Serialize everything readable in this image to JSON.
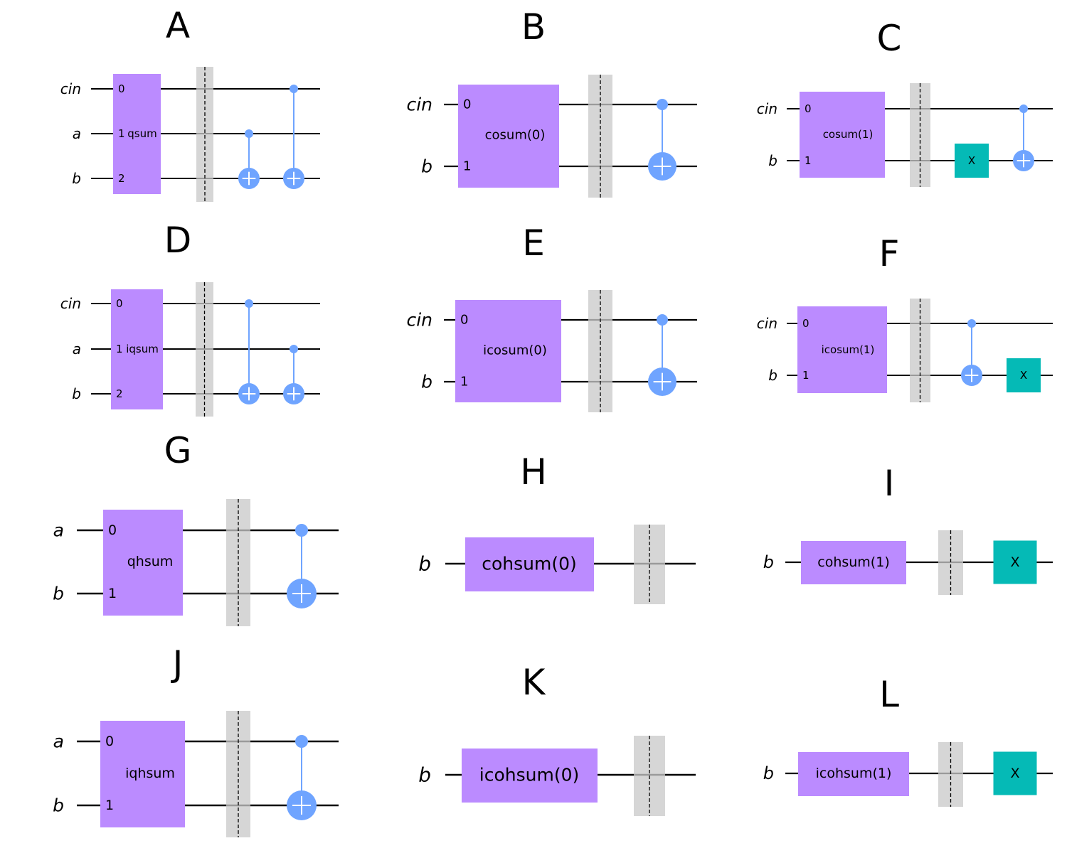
{
  "colors": {
    "block": "#bb8bff",
    "control": "#6fa4ff",
    "x_gate": "#05bab6",
    "barrier": "#d6d6d6",
    "wire": "#000000"
  },
  "circuits": [
    {
      "label": "A",
      "qubits": [
        "cin",
        "a",
        "b"
      ],
      "block": {
        "name": "qsum",
        "ports": [
          "0",
          "1",
          "2"
        ]
      },
      "ops": [
        {
          "type": "cx",
          "control": 1,
          "target": 2
        },
        {
          "type": "cx",
          "control": 0,
          "target": 2
        }
      ]
    },
    {
      "label": "B",
      "qubits": [
        "cin",
        "b"
      ],
      "block": {
        "name": "cosum(0)",
        "ports": [
          "0",
          "1"
        ]
      },
      "ops": [
        {
          "type": "cx",
          "control": 0,
          "target": 1
        }
      ]
    },
    {
      "label": "C",
      "qubits": [
        "cin",
        "b"
      ],
      "block": {
        "name": "cosum(1)",
        "ports": [
          "0",
          "1"
        ]
      },
      "ops": [
        {
          "type": "x",
          "target": 1,
          "label": "X"
        },
        {
          "type": "cx",
          "control": 0,
          "target": 1
        }
      ]
    },
    {
      "label": "D",
      "qubits": [
        "cin",
        "a",
        "b"
      ],
      "block": {
        "name": "iqsum",
        "ports": [
          "0",
          "1",
          "2"
        ]
      },
      "ops": [
        {
          "type": "cx",
          "control": 0,
          "target": 2
        },
        {
          "type": "cx",
          "control": 1,
          "target": 2
        }
      ]
    },
    {
      "label": "E",
      "qubits": [
        "cin",
        "b"
      ],
      "block": {
        "name": "icosum(0)",
        "ports": [
          "0",
          "1"
        ]
      },
      "ops": [
        {
          "type": "cx",
          "control": 0,
          "target": 1
        }
      ]
    },
    {
      "label": "F",
      "qubits": [
        "cin",
        "b"
      ],
      "block": {
        "name": "icosum(1)",
        "ports": [
          "0",
          "1"
        ]
      },
      "ops": [
        {
          "type": "cx",
          "control": 0,
          "target": 1
        },
        {
          "type": "x",
          "target": 1,
          "label": "X"
        }
      ]
    },
    {
      "label": "G",
      "qubits": [
        "a",
        "b"
      ],
      "block": {
        "name": "qhsum",
        "ports": [
          "0",
          "1"
        ]
      },
      "ops": [
        {
          "type": "cx",
          "control": 0,
          "target": 1
        }
      ]
    },
    {
      "label": "H",
      "qubits": [
        "b"
      ],
      "block": {
        "name": "cohsum(0)",
        "ports": []
      },
      "ops": []
    },
    {
      "label": "I",
      "qubits": [
        "b"
      ],
      "block": {
        "name": "cohsum(1)",
        "ports": []
      },
      "ops": [
        {
          "type": "x",
          "target": 0,
          "label": "X"
        }
      ]
    },
    {
      "label": "J",
      "qubits": [
        "a",
        "b"
      ],
      "block": {
        "name": "iqhsum",
        "ports": [
          "0",
          "1"
        ]
      },
      "ops": [
        {
          "type": "cx",
          "control": 0,
          "target": 1
        }
      ]
    },
    {
      "label": "K",
      "qubits": [
        "b"
      ],
      "block": {
        "name": "icohsum(0)",
        "ports": []
      },
      "ops": []
    },
    {
      "label": "L",
      "qubits": [
        "b"
      ],
      "block": {
        "name": "icohsum(1)",
        "ports": []
      },
      "ops": [
        {
          "type": "x",
          "target": 0,
          "label": "X"
        }
      ]
    }
  ]
}
